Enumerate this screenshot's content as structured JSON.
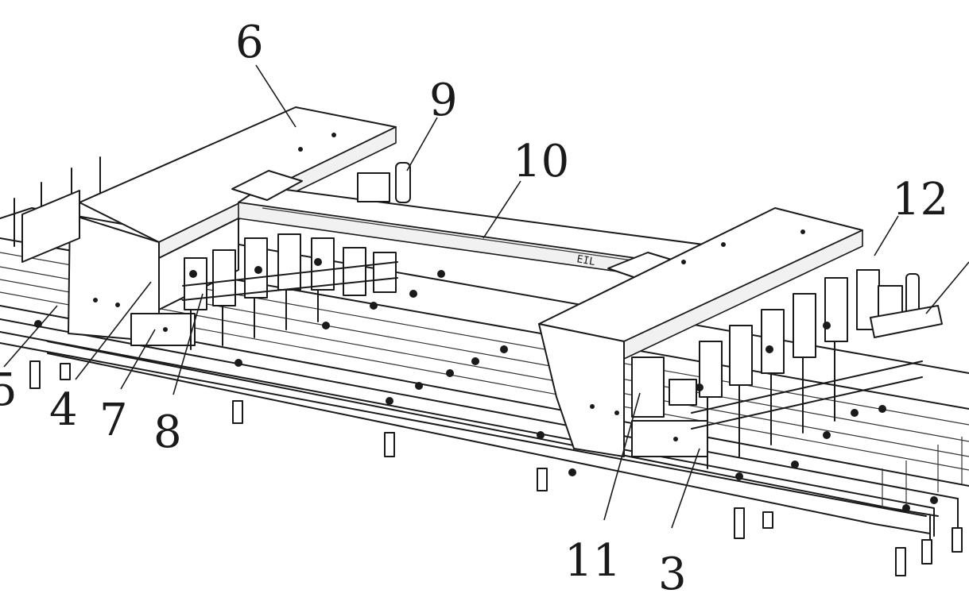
{
  "callouts": [
    {
      "id": "6",
      "text": "6"
    },
    {
      "id": "9",
      "text": "9"
    },
    {
      "id": "10",
      "text": "10"
    },
    {
      "id": "12",
      "text": "12"
    },
    {
      "id": "5",
      "text": "5"
    },
    {
      "id": "4",
      "text": "4"
    },
    {
      "id": "7",
      "text": "7"
    },
    {
      "id": "8",
      "text": "8"
    },
    {
      "id": "11",
      "text": "11"
    },
    {
      "id": "3",
      "text": "3"
    }
  ],
  "stamp": {
    "text": "EIL"
  }
}
